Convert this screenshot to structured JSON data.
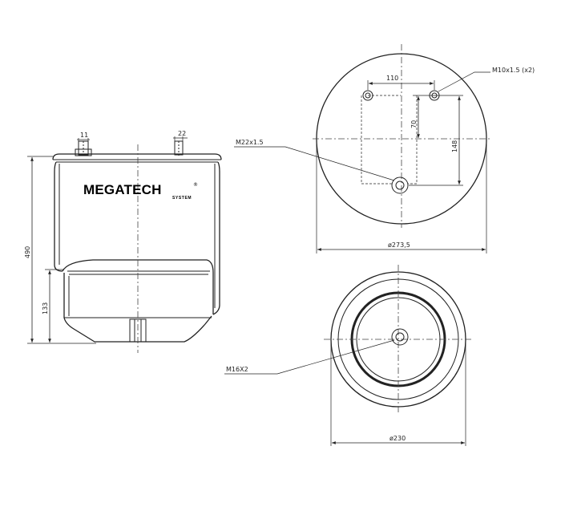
{
  "brand": {
    "name": "MEGATECH",
    "sub": "SYSTEM",
    "registered": "®"
  },
  "side_view": {
    "height_total": "490",
    "height_piston": "133",
    "dim_top_left": "11",
    "dim_top_right": "22"
  },
  "top_view": {
    "thread_studs": "M10x1.5 (x2)",
    "thread_center": "M22x1.5",
    "spacing_horizontal": "110",
    "spacing_vertical_1": "70",
    "spacing_vertical_2": "148",
    "diameter": "ø273,5"
  },
  "bottom_view": {
    "thread": "M16X2",
    "diameter": "ø230"
  },
  "colors": {
    "line": "#222222",
    "center_line": "#444444"
  }
}
